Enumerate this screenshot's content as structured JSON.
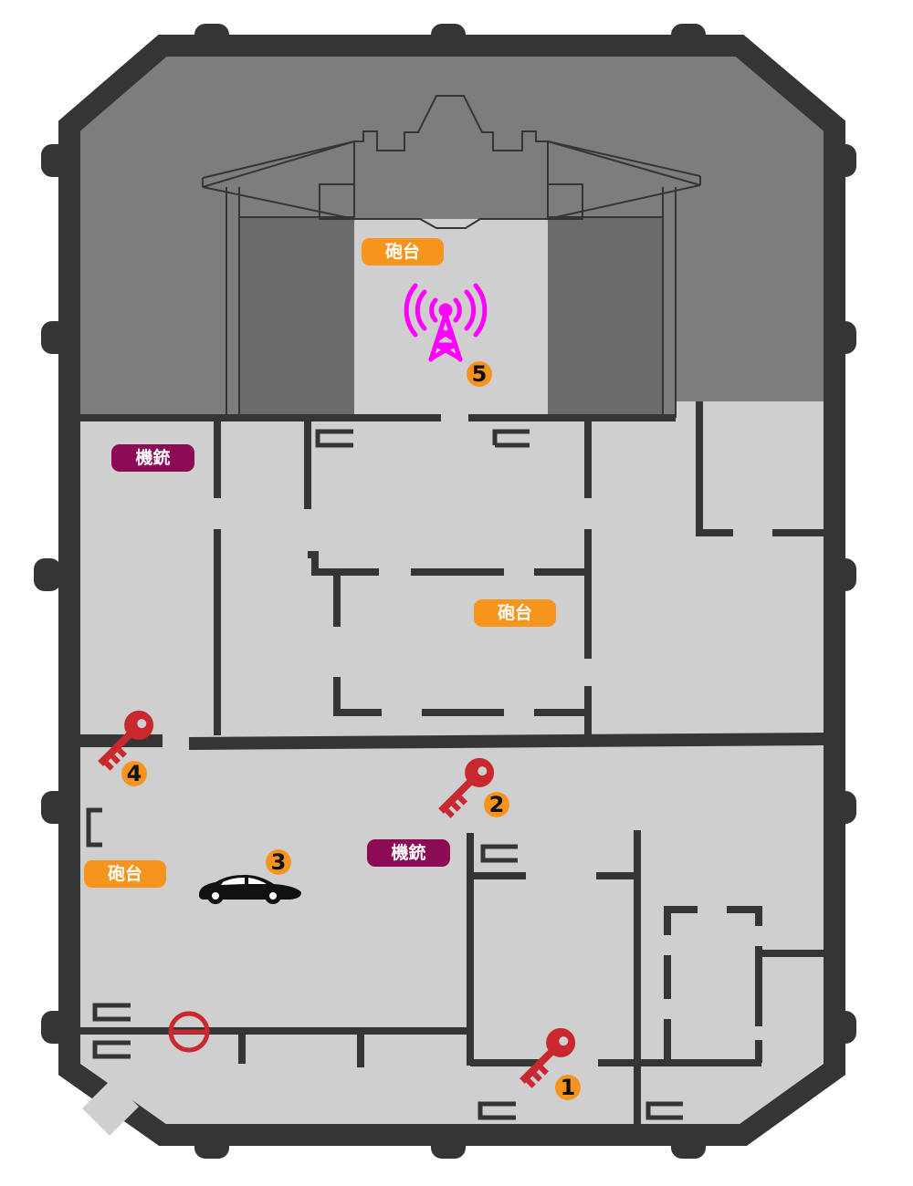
{
  "map": {
    "labels": {
      "cannon_top": "砲台",
      "gun_upper_left": "機銃",
      "cannon_center": "砲台",
      "gun_lower_center": "機銃",
      "cannon_lower_left": "砲台"
    },
    "markers": {
      "key_1": "1",
      "key_2": "2",
      "car_3": "3",
      "key_4": "4",
      "tower_5": "5"
    },
    "icons": [
      "key-icon",
      "car-icon",
      "radio-tower-icon",
      "no-entry-icon"
    ],
    "colors": {
      "wall": "#353535",
      "floor": "#cfcfcf",
      "roof": "#7d7d7d",
      "roof_dark": "#6b6b6b",
      "gun_tag": "#8c0b55",
      "cannon_tag": "#f7941d",
      "key": "#c8282e",
      "tower": "#ff00ff",
      "marker": "#f7941d"
    }
  }
}
